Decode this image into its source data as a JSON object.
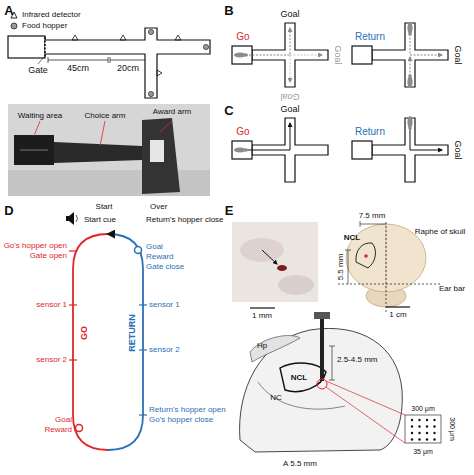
{
  "diagram": {
    "labels": [
      "A",
      "Gate",
      "45cm",
      "20cm",
      "Waiting area",
      "Choice arm",
      "Award arm",
      "B",
      "Go",
      "Goal",
      "Goal",
      "Goal",
      "Return",
      "Goal",
      "C",
      "Go",
      "Goal",
      "Return",
      "Goal",
      "D",
      "Start",
      "Start cue",
      "Over",
      "Return's hopper close",
      "Go's hopper open",
      "Gate open",
      "GO",
      "sensor 1",
      "sensor 2",
      "Goal",
      "Reward",
      "Goal",
      "Reward",
      "Gate close",
      "RETURN",
      "sensor 1",
      "sensor 2",
      "Return's hopper open",
      "Go's hopper close",
      "E",
      "1 mm",
      "7.5 mm",
      "Raphe of skull",
      "5.5 mm",
      "NCL",
      "Ear bar",
      "1 cm",
      "2.5-4.5 mm",
      "Hp",
      "NCL",
      "NC",
      "A 5.5 mm",
      "300 μm",
      "300 μm",
      "35 μm"
    ],
    "legend": [
      {
        "text": "Infrared detector"
      },
      {
        "text": "Food hopper"
      }
    ]
  }
}
